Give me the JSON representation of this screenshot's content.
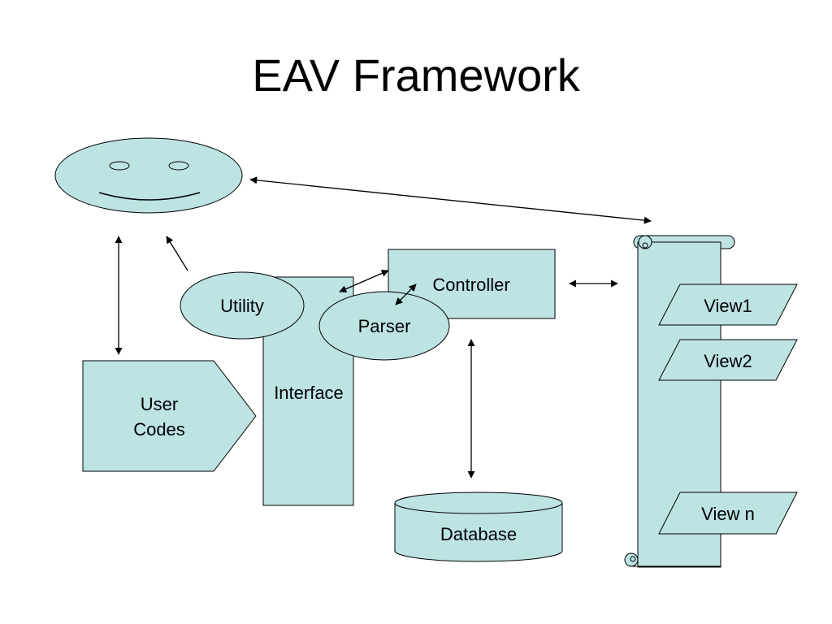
{
  "title": "EAV Framework",
  "colors": {
    "shape_fill": "#bde3e3",
    "stroke": "#000000",
    "background": "#ffffff"
  },
  "nodes": {
    "user": {
      "icon": "smiley-face-icon"
    },
    "user_codes": {
      "label_line1": "User",
      "label_line2": "Codes"
    },
    "interface": {
      "label": "Interface"
    },
    "utility": {
      "label": "Utility"
    },
    "parser": {
      "label": "Parser"
    },
    "controller": {
      "label": "Controller"
    },
    "database": {
      "label": "Database"
    },
    "views": [
      {
        "label": "View1"
      },
      {
        "label": "View2"
      },
      {
        "label": "View n"
      }
    ]
  }
}
